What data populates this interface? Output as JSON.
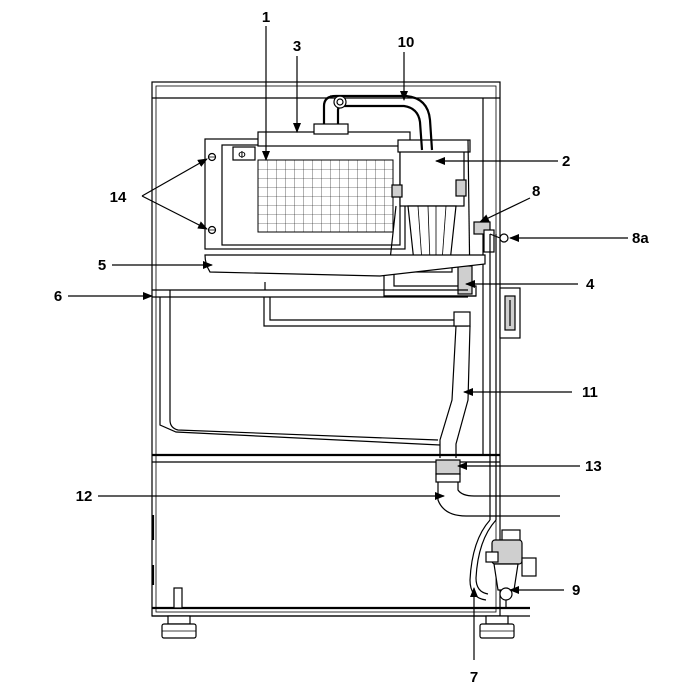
{
  "callouts": {
    "c1": "1",
    "c2": "2",
    "c3": "3",
    "c4": "4",
    "c5": "5",
    "c6": "6",
    "c7": "7",
    "c8": "8",
    "c8a": "8a",
    "c9": "9",
    "c10": "10",
    "c11": "11",
    "c12": "12",
    "c13": "13",
    "c14": "14"
  }
}
